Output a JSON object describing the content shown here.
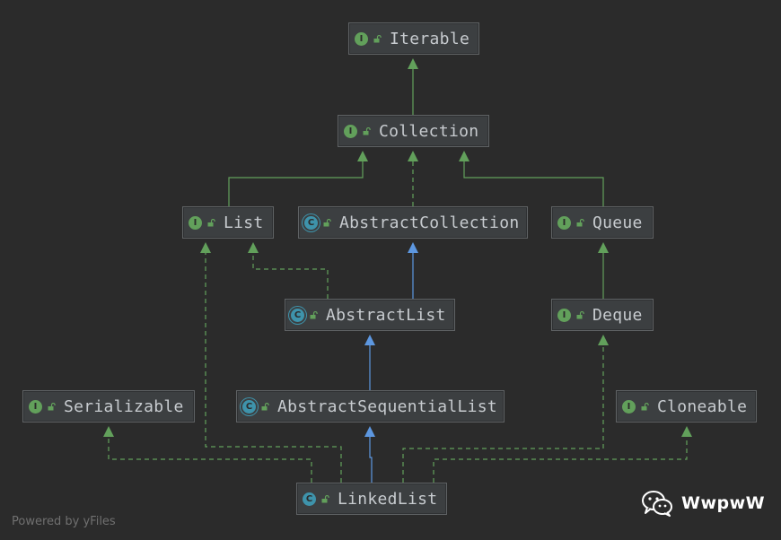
{
  "diagram": {
    "nodes": [
      {
        "id": "iterable",
        "label": "Iterable",
        "kind": "interface",
        "badge": "I"
      },
      {
        "id": "collection",
        "label": "Collection",
        "kind": "interface",
        "badge": "I"
      },
      {
        "id": "list",
        "label": "List",
        "kind": "interface",
        "badge": "I"
      },
      {
        "id": "abstract-collection",
        "label": "AbstractCollection",
        "kind": "abstract-class",
        "badge": "C"
      },
      {
        "id": "queue",
        "label": "Queue",
        "kind": "interface",
        "badge": "I"
      },
      {
        "id": "abstract-list",
        "label": "AbstractList",
        "kind": "abstract-class",
        "badge": "C"
      },
      {
        "id": "deque",
        "label": "Deque",
        "kind": "interface",
        "badge": "I"
      },
      {
        "id": "serializable",
        "label": "Serializable",
        "kind": "interface",
        "badge": "I"
      },
      {
        "id": "abstract-sequential-list",
        "label": "AbstractSequentialList",
        "kind": "abstract-class",
        "badge": "C"
      },
      {
        "id": "cloneable",
        "label": "Cloneable",
        "kind": "interface",
        "badge": "I"
      },
      {
        "id": "linked-list",
        "label": "LinkedList",
        "kind": "class",
        "badge": "C"
      }
    ],
    "edges": [
      {
        "from": "collection",
        "to": "iterable",
        "type": "extends"
      },
      {
        "from": "list",
        "to": "collection",
        "type": "extends"
      },
      {
        "from": "queue",
        "to": "collection",
        "type": "extends"
      },
      {
        "from": "abstract-collection",
        "to": "collection",
        "type": "implements"
      },
      {
        "from": "abstract-list",
        "to": "abstract-collection",
        "type": "class-extends"
      },
      {
        "from": "abstract-list",
        "to": "list",
        "type": "implements"
      },
      {
        "from": "deque",
        "to": "queue",
        "type": "extends"
      },
      {
        "from": "abstract-sequential-list",
        "to": "abstract-list",
        "type": "class-extends"
      },
      {
        "from": "linked-list",
        "to": "abstract-sequential-list",
        "type": "class-extends"
      },
      {
        "from": "linked-list",
        "to": "list",
        "type": "implements"
      },
      {
        "from": "linked-list",
        "to": "serializable",
        "type": "implements"
      },
      {
        "from": "linked-list",
        "to": "deque",
        "type": "implements"
      },
      {
        "from": "linked-list",
        "to": "cloneable",
        "type": "implements"
      }
    ],
    "colors": {
      "background": "#2b2b2b",
      "interface_edge": "#62a05b",
      "class_edge": "#5d97e0",
      "node_fill": "#3c3f41",
      "node_text": "#c7cbcf"
    }
  },
  "footer": {
    "powered_by": "Powered by yFiles"
  },
  "watermark": {
    "icon": "wechat-icon",
    "text": "WwpwW"
  }
}
